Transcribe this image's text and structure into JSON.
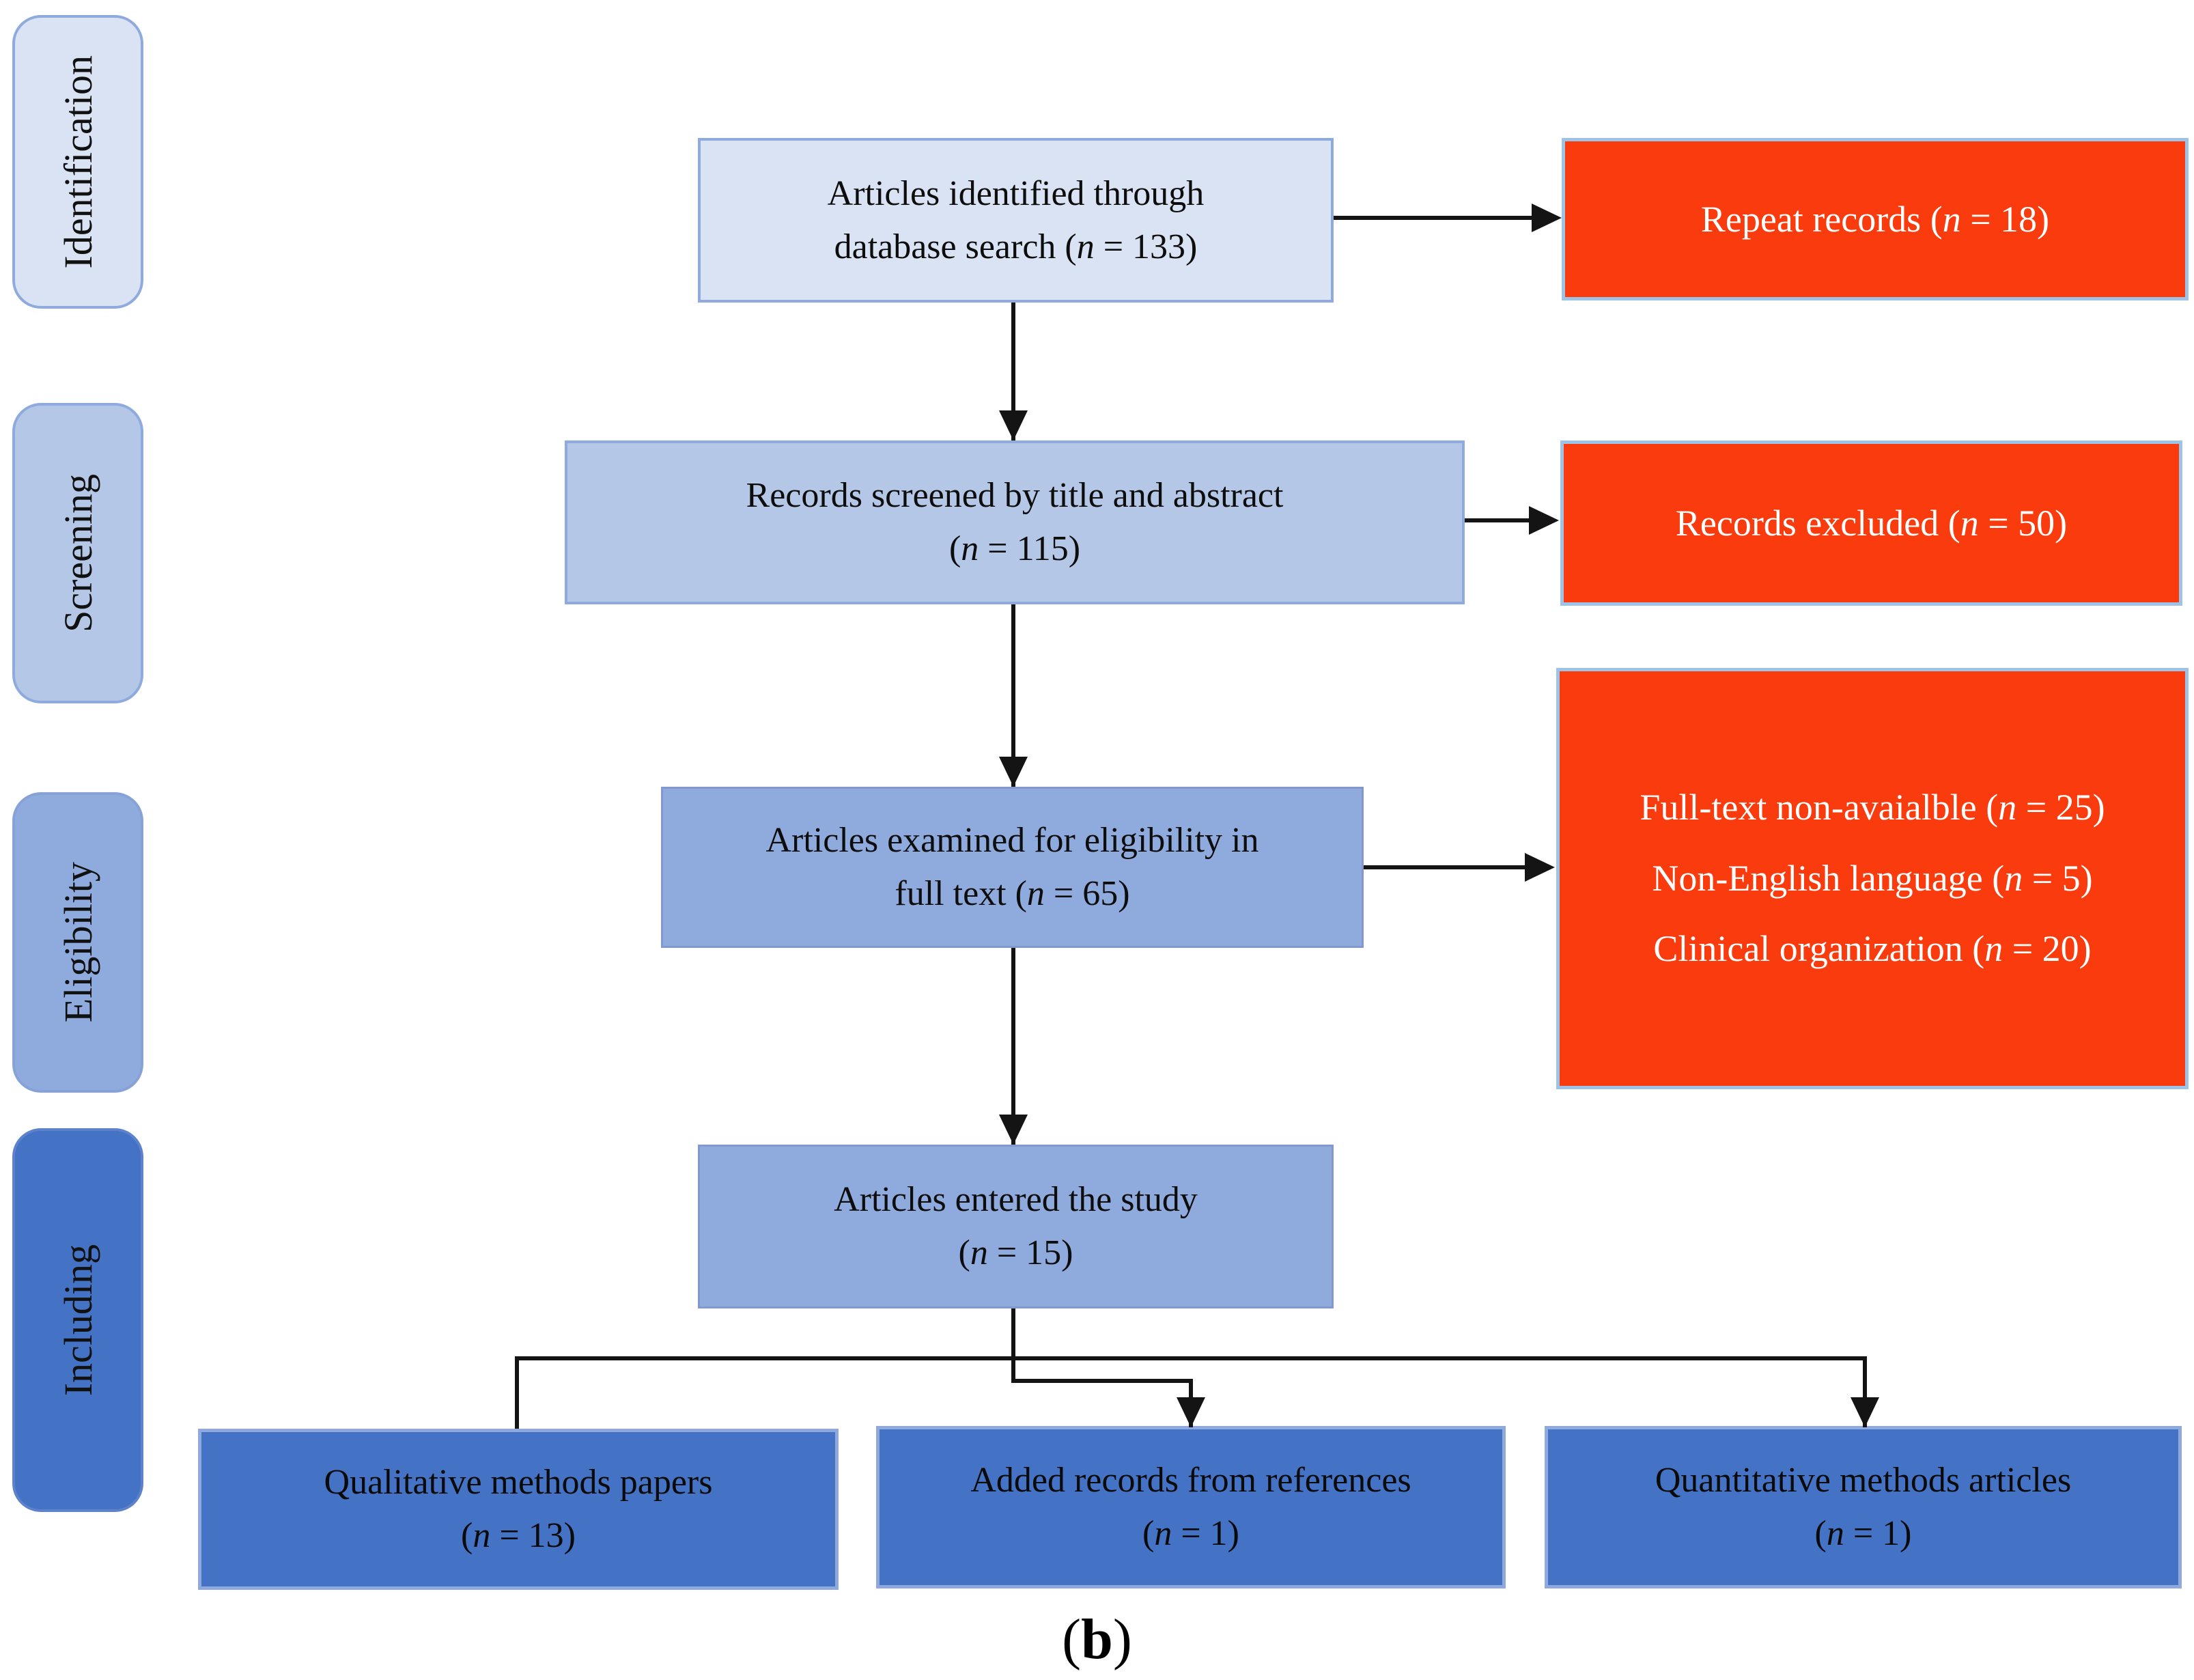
{
  "figure": {
    "caption": {
      "open": "(",
      "letter": "b",
      "close": ")"
    }
  },
  "stages": [
    {
      "label": "Identification"
    },
    {
      "label": "Screening"
    },
    {
      "label": "Eligibility"
    },
    {
      "label": "Including"
    }
  ],
  "flow_boxes": {
    "identification": {
      "line1": "Articles identified through",
      "line2": "database search (n = 133)"
    },
    "screening": {
      "line1": "Records screened by title and abstract",
      "line2": "(n = 115)"
    },
    "eligibility": {
      "line1": "Articles examined for eligibility in",
      "line2": "full text (n = 65)"
    },
    "included": {
      "line1": "Articles entered the study",
      "line2": "(n = 15)"
    },
    "qualitative": {
      "line1": "Qualitative methods papers",
      "line2": "(n = 13)"
    },
    "added_references": {
      "line1": "Added records from references",
      "line2": "(n = 1)"
    },
    "quantitative": {
      "line1": "Quantitative methods articles",
      "line2": "(n = 1)"
    }
  },
  "exclusion_boxes": {
    "repeat_records": {
      "text": "Repeat records (n = 18)"
    },
    "records_excluded": {
      "text": "Records excluded (n = 50)"
    },
    "fulltext": {
      "lines": [
        "Full-text non-avaialble (n = 25)",
        "Non-English language (n = 5)",
        "Clinical organization (n = 20)"
      ]
    }
  },
  "colors": {
    "stage_identification": "#dae3f3",
    "stage_screening": "#b4c7e7",
    "stage_eligibility": "#8faadc",
    "stage_including": "#4472c4",
    "node_border": "#8faadc",
    "exclusion_fill": "#f93b0e",
    "exclusion_border": "#9dc3e6",
    "arrow": "#141414"
  }
}
